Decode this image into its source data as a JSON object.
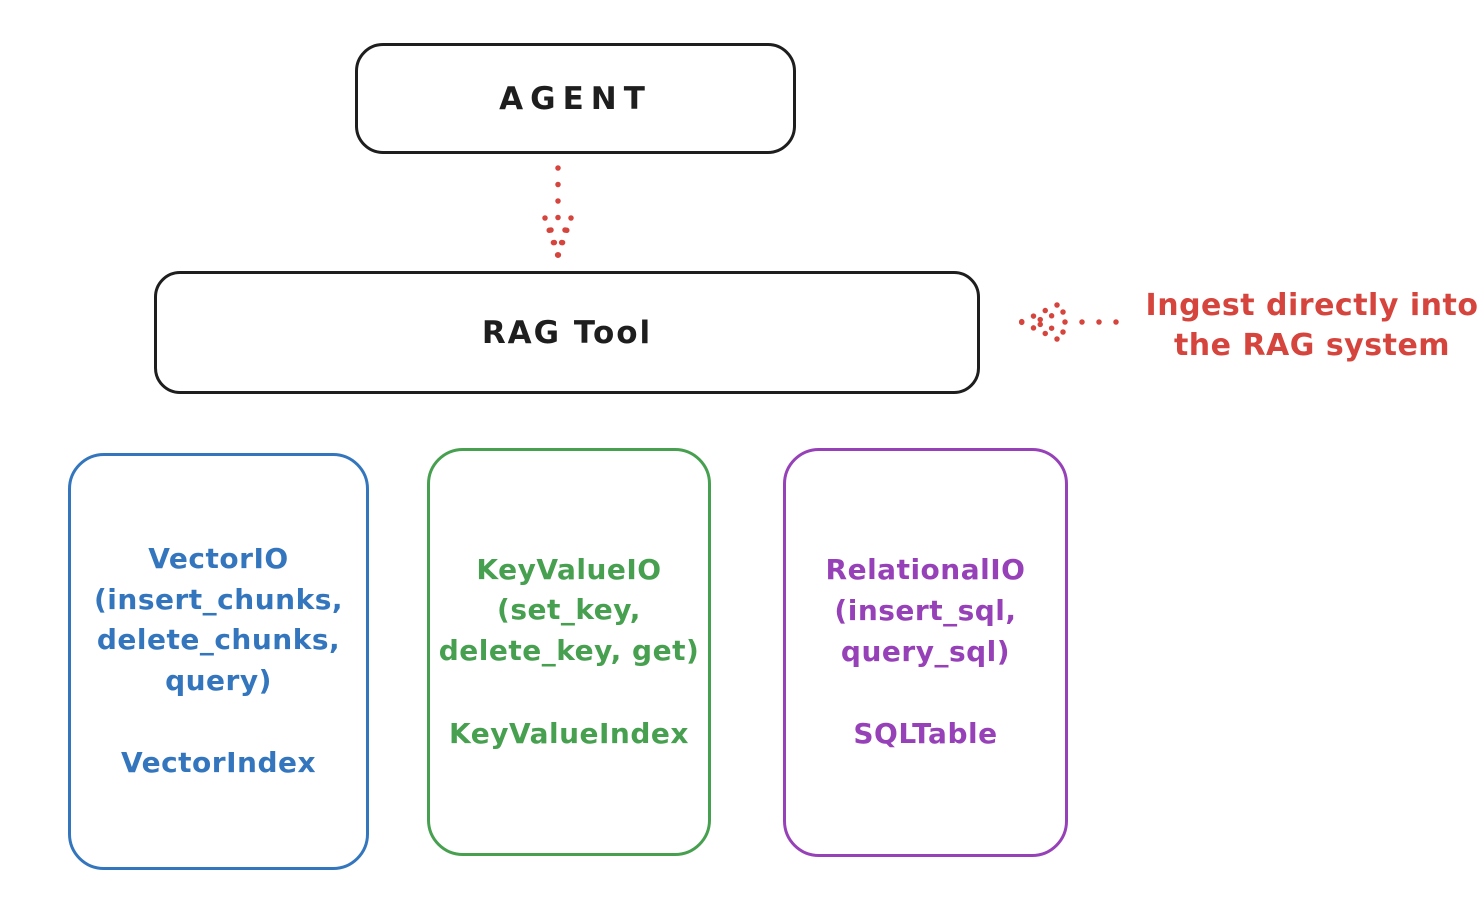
{
  "colors": {
    "ink": "#1e1e1e",
    "red": "#d6453d",
    "blue": "#3476bd",
    "green": "#47a04f",
    "purple": "#9741b8"
  },
  "agent_box": {
    "label": "AGENT"
  },
  "rag_tool_box": {
    "label": "RAG Tool"
  },
  "annotation": {
    "line1": "Ingest directly into",
    "line2": "the RAG system"
  },
  "arrows": [
    {
      "name": "agent-to-rag-tool",
      "style": "dotted",
      "color": "#d6453d",
      "direction": "down"
    },
    {
      "name": "annotation-to-rag-tool",
      "style": "dotted",
      "color": "#d6453d",
      "direction": "left"
    }
  ],
  "io_boxes": [
    {
      "id": "vector-io",
      "color": "#3476bd",
      "lines": [
        "VectorIO",
        "(insert_chunks,",
        "delete_chunks,",
        "query)"
      ],
      "index_label": "VectorIndex"
    },
    {
      "id": "keyvalue-io",
      "color": "#47a04f",
      "lines": [
        "KeyValueIO",
        "(set_key,",
        "delete_key, get)"
      ],
      "index_label": "KeyValueIndex"
    },
    {
      "id": "relational-io",
      "color": "#9741b8",
      "lines": [
        "RelationalIO",
        "(insert_sql,",
        "query_sql)"
      ],
      "index_label": "SQLTable"
    }
  ]
}
